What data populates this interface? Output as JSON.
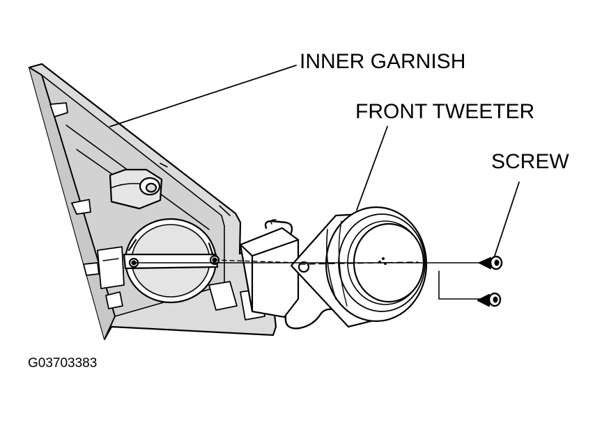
{
  "labels": {
    "inner_garnish": "INNER GARNISH",
    "front_tweeter": "FRONT TWEETER",
    "screw": "SCREW"
  },
  "figure_code": "G03703383",
  "colors": {
    "ink": "#000000",
    "fill": "#dcdcdc",
    "paper": "#ffffff"
  }
}
